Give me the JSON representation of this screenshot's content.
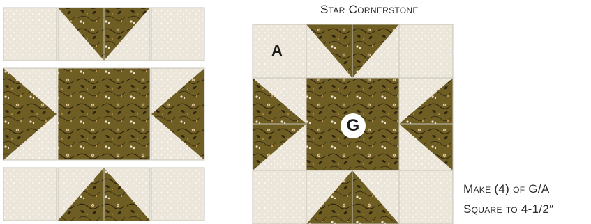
{
  "diagram": {
    "title": "Star Cornerstone",
    "notes": [
      "Make (4) of G/A",
      "Square to 4-1/2″"
    ],
    "labels": {
      "background_square": "A",
      "center_square": "G"
    },
    "colors": {
      "background_fabric": "#ece6da",
      "background_dots": "#fbf9f3",
      "star_fabric": "#6e5e23",
      "print_dark": "#2e2410",
      "print_flower": "#e3c39a",
      "seam": "#c9c4b8",
      "text": "#2a2a2a"
    }
  }
}
